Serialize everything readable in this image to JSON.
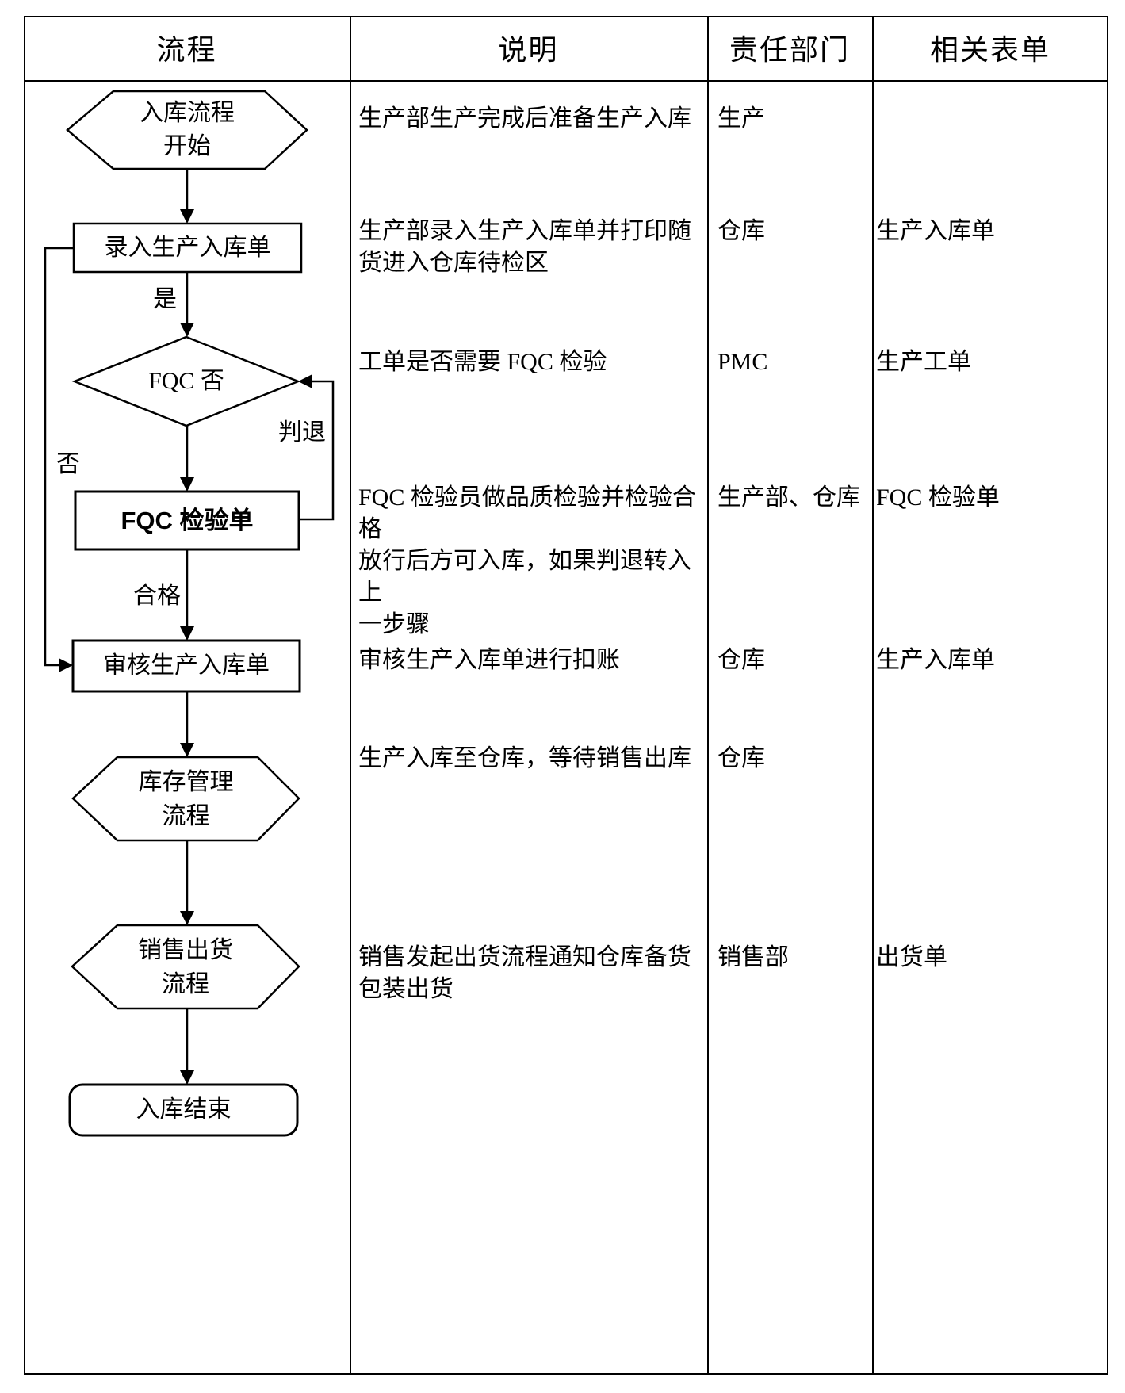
{
  "page": {
    "background": "#ffffff",
    "line_color": "#000000",
    "text_color": "#000000"
  },
  "header": {
    "process": "流程",
    "description": "说明",
    "department": "责任部门",
    "forms": "相关表单"
  },
  "flowchart": {
    "start": "入库流程\n开始",
    "enter_receipt": "录入生产入库单",
    "fqc_decision": "FQC 否",
    "fqc_form": "FQC 检验单",
    "audit_receipt": "审核生产入库单",
    "inventory_process": "库存管理\n流程",
    "sales_shipping_process": "销售出货\n流程",
    "end": "入库结束",
    "edge_labels": {
      "yes": "是",
      "no": "否",
      "reject": "判退",
      "pass": "合格"
    }
  },
  "rows": [
    {
      "description": "生产部生产完成后准备生产入库",
      "department": "生产",
      "form": ""
    },
    {
      "description": "生产部录入生产入库单并打印随\n货进入仓库待检区",
      "department": "仓库",
      "form": "生产入库单"
    },
    {
      "description": "工单是否需要 FQC 检验",
      "department": "PMC",
      "form": "生产工单"
    },
    {
      "description": "FQC 检验员做品质检验并检验合格\n放行后方可入库，如果判退转入上\n一步骤",
      "department": "生产部、仓库",
      "form": "FQC 检验单"
    },
    {
      "description": "审核生产入库单进行扣账",
      "department": "仓库",
      "form": "生产入库单"
    },
    {
      "description": "生产入库至仓库，等待销售出库",
      "department": "仓库",
      "form": ""
    },
    {
      "description": "销售发起出货流程通知仓库备货\n包装出货",
      "department": "销售部",
      "form": "出货单"
    }
  ]
}
